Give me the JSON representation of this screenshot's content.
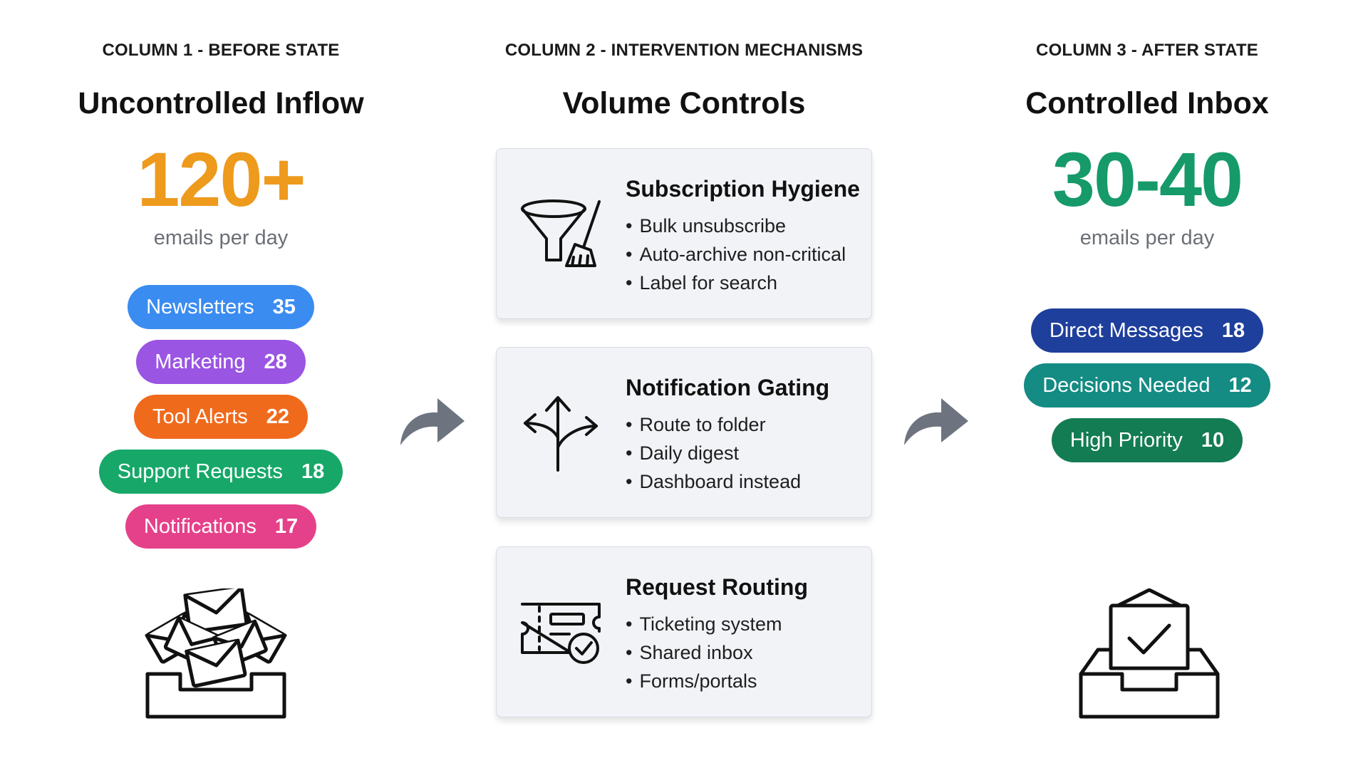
{
  "columns": {
    "before": {
      "eyebrow": "COLUMN 1 - BEFORE STATE",
      "title": "Uncontrolled Inflow",
      "value": "120+",
      "caption": "emails per day",
      "accent_color": "#ed9a1d",
      "categories": [
        {
          "label": "Newsletters",
          "count": "35",
          "color": "#3b8cf0"
        },
        {
          "label": "Marketing",
          "count": "28",
          "color": "#9a55e3"
        },
        {
          "label": "Tool Alerts",
          "count": "22",
          "color": "#f06a1c"
        },
        {
          "label": "Support Requests",
          "count": "18",
          "color": "#17a869"
        },
        {
          "label": "Notifications",
          "count": "17",
          "color": "#e5418a"
        }
      ],
      "icon": "overflowing-inbox-icon"
    },
    "mechanisms": {
      "eyebrow": "COLUMN 2 - INTERVENTION MECHANISMS",
      "title": "Volume Controls",
      "cards": [
        {
          "title": "Subscription Hygiene",
          "icon": "funnel-broom-icon",
          "items": [
            "Bulk unsubscribe",
            "Auto-archive non-critical",
            "Label for search"
          ]
        },
        {
          "title": "Notification Gating",
          "icon": "split-arrows-icon",
          "items": [
            "Route to folder",
            "Daily digest",
            "Dashboard instead"
          ]
        },
        {
          "title": "Request Routing",
          "icon": "ticket-check-icon",
          "items": [
            "Ticketing system",
            "Shared inbox",
            "Forms/portals"
          ]
        }
      ]
    },
    "after": {
      "eyebrow": "COLUMN 3 - AFTER STATE",
      "title": "Controlled Inbox",
      "value": "30-40",
      "caption": "emails per day",
      "accent_color": "#169a6a",
      "categories": [
        {
          "label": "Direct Messages",
          "count": "18",
          "color": "#1f3f9c"
        },
        {
          "label": "Decisions Needed",
          "count": "12",
          "color": "#148b83"
        },
        {
          "label": "High Priority",
          "count": "10",
          "color": "#137c52"
        }
      ],
      "icon": "inbox-check-icon"
    }
  },
  "arrow_color": "#6d7480"
}
